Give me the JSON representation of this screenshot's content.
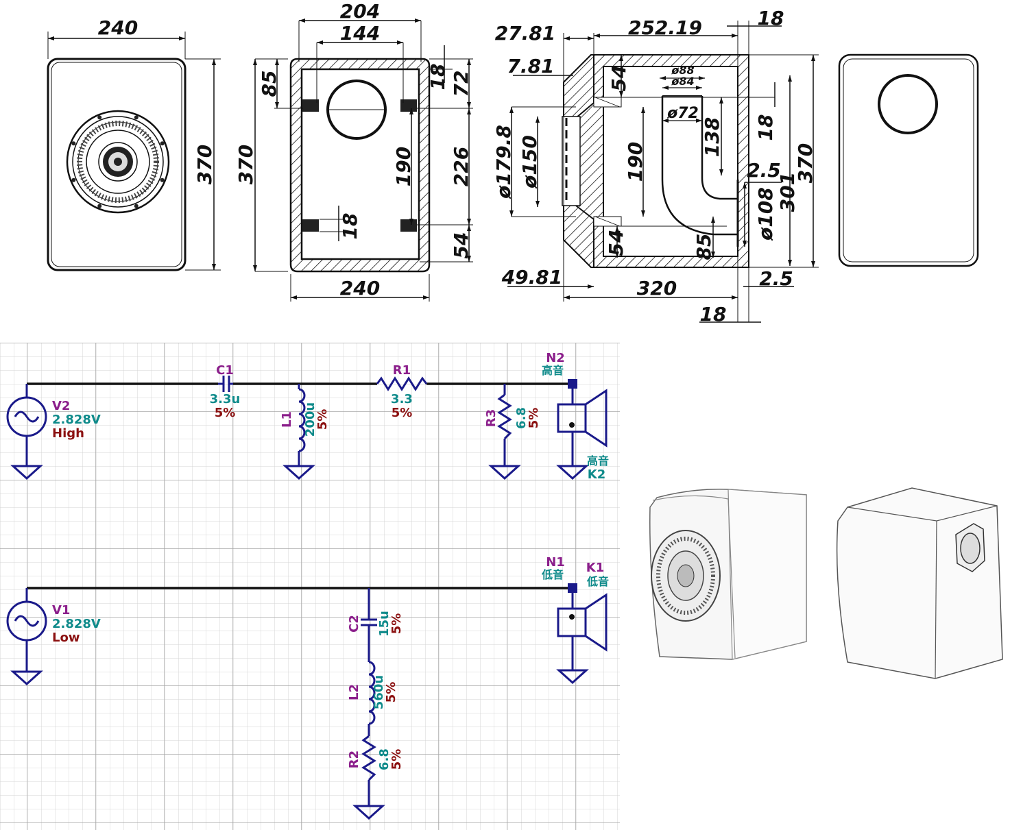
{
  "drawings": {
    "front_view": {
      "width": "240",
      "height": "370"
    },
    "section_view": {
      "top_outer": "204",
      "top_inner": "144",
      "height": "370",
      "upper_offset": "85",
      "wall_top": "18",
      "upper_right": "72",
      "middle": "190",
      "lower_right": "226",
      "wall_bottom": "18",
      "bottom_gap": "54",
      "width": "240"
    },
    "side_view": {
      "front_offset": "27.81",
      "depth_top": "252.19",
      "back_wall": "18",
      "chamfer": "7.81",
      "brace_top": "54",
      "port_d1": "ø88",
      "port_d2": "ø84",
      "port_inner": "ø72",
      "port_len": "138",
      "wall_18": "18",
      "driver_outer": "ø179.8",
      "driver_inner": "ø150",
      "inner_height": "190",
      "step": "2.5",
      "port_out": "ø108",
      "internal": "301",
      "height": "370",
      "brace_bottom": "54",
      "port_from_bottom": "85",
      "front_base": "49.81",
      "depth_bottom": "320",
      "back_step": "2.5",
      "back_wall_bottom": "18"
    }
  },
  "schematic": {
    "high": {
      "source": {
        "name": "V2",
        "value": "2.828V",
        "tag": "High"
      },
      "c1": {
        "name": "C1",
        "value": "3.3u",
        "tol": "5%"
      },
      "l1": {
        "name": "L1",
        "value": "200u",
        "tol": "5%"
      },
      "r1": {
        "name": "R1",
        "value": "3.3",
        "tol": "5%"
      },
      "r3": {
        "name": "R3",
        "value": "6.8",
        "tol": "5%"
      },
      "node": {
        "name": "N2",
        "label": "高音"
      },
      "speaker": {
        "label": "高音",
        "name": "K2"
      }
    },
    "low": {
      "source": {
        "name": "V1",
        "value": "2.828V",
        "tag": "Low"
      },
      "c2": {
        "name": "C2",
        "value": "15u",
        "tol": "5%"
      },
      "l2": {
        "name": "L2",
        "value": "560u",
        "tol": "5%"
      },
      "r2": {
        "name": "R2",
        "value": "6.8",
        "tol": "5%"
      },
      "node": {
        "name": "N1",
        "label": "低音"
      },
      "speaker": {
        "name": "K1",
        "label": "低音"
      }
    }
  },
  "colors": {
    "component": "#1a1a8a",
    "name": "#8b1e8b",
    "value": "#0e8a8a",
    "tolerance": "#8b1010",
    "grid_minor": "#d4d4d4",
    "grid_major": "#a8a8a8"
  }
}
